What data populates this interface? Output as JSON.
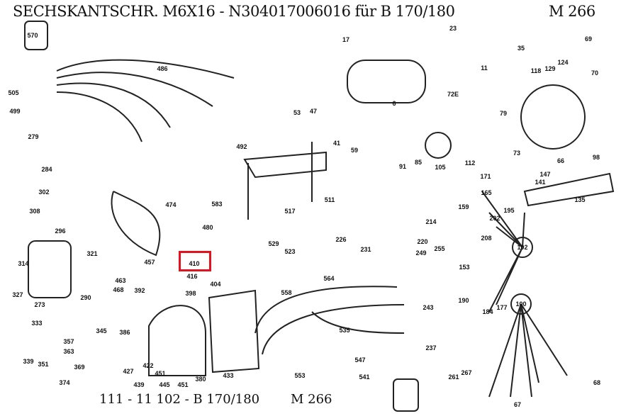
{
  "header": {
    "title": "SECHSKANTSCHR. M6X16 - N304017006016 für B 170/180",
    "code": "M 266"
  },
  "footer": {
    "text": "111 - 11 102 - B 170/180",
    "code": "M 266"
  },
  "highlight": {
    "part": "410",
    "color": "#e0141e"
  },
  "parts": [
    "570",
    "486",
    "505",
    "499",
    "279",
    "492",
    "284",
    "302",
    "583",
    "474",
    "308",
    "296",
    "480",
    "314",
    "321",
    "463",
    "468",
    "457",
    "410",
    "416",
    "404",
    "398",
    "392",
    "327",
    "290",
    "273",
    "333",
    "345",
    "386",
    "357",
    "363",
    "339",
    "351",
    "369",
    "374",
    "427",
    "422",
    "451",
    "380",
    "433",
    "17",
    "23",
    "69",
    "35",
    "124",
    "129",
    "118",
    "11",
    "70",
    "72E",
    "79",
    "6",
    "53",
    "47",
    "41",
    "59",
    "511",
    "517",
    "91",
    "85",
    "105",
    "112",
    "73",
    "66",
    "98",
    "147",
    "171",
    "141",
    "165",
    "135",
    "159",
    "214",
    "202",
    "195",
    "208",
    "220",
    "226",
    "231",
    "529",
    "523",
    "249",
    "255",
    "102",
    "153",
    "564",
    "558",
    "243",
    "190",
    "184",
    "177",
    "100",
    "535",
    "237",
    "547",
    "541",
    "553",
    "261",
    "267",
    "68",
    "67",
    "439",
    "445",
    "451"
  ]
}
